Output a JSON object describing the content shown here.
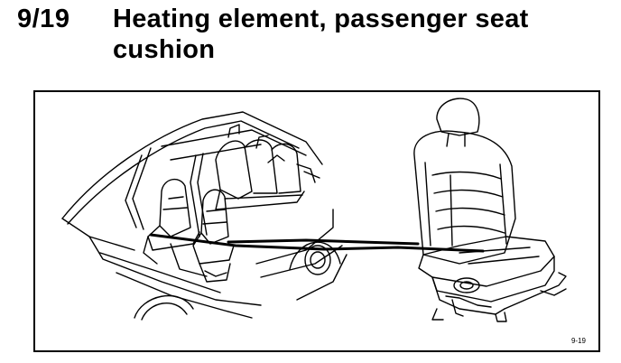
{
  "section": {
    "number": "9/19",
    "title_line1": "Heating element, passenger seat",
    "title_line2": "cushion"
  },
  "figure": {
    "code": "9-19",
    "stroke_color": "#000000",
    "background": "#ffffff"
  }
}
